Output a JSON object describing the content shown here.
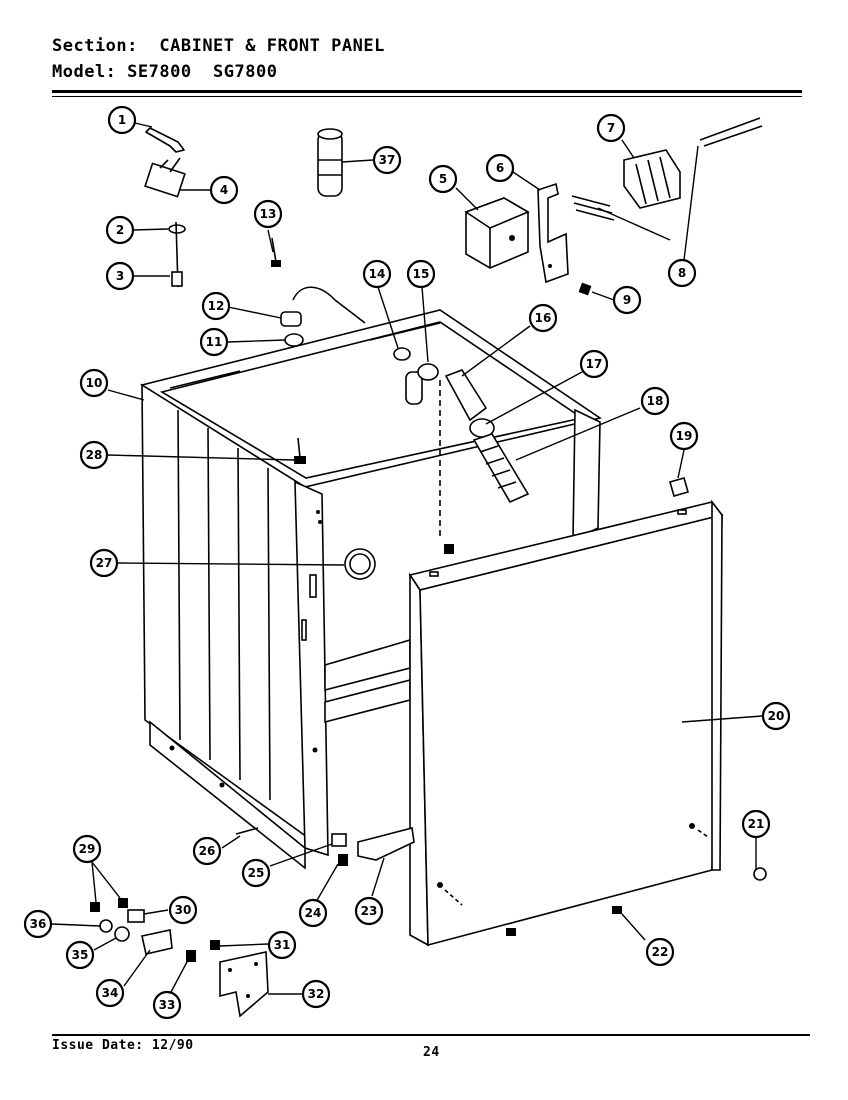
{
  "header": {
    "section_label": "Section:",
    "section_value": "CABINET & FRONT PANEL",
    "model_label": "Model:",
    "model_value": "SE7800  SG7800"
  },
  "footer": {
    "issue_date": "Issue Date: 12/90",
    "page_number": "24"
  },
  "callouts": [
    "1",
    "2",
    "3",
    "4",
    "5",
    "6",
    "7",
    "8",
    "9",
    "10",
    "11",
    "12",
    "13",
    "14",
    "15",
    "16",
    "17",
    "18",
    "19",
    "20",
    "21",
    "22",
    "23",
    "24",
    "25",
    "26",
    "27",
    "28",
    "29",
    "30",
    "31",
    "32",
    "33",
    "34",
    "35",
    "36",
    "37"
  ]
}
